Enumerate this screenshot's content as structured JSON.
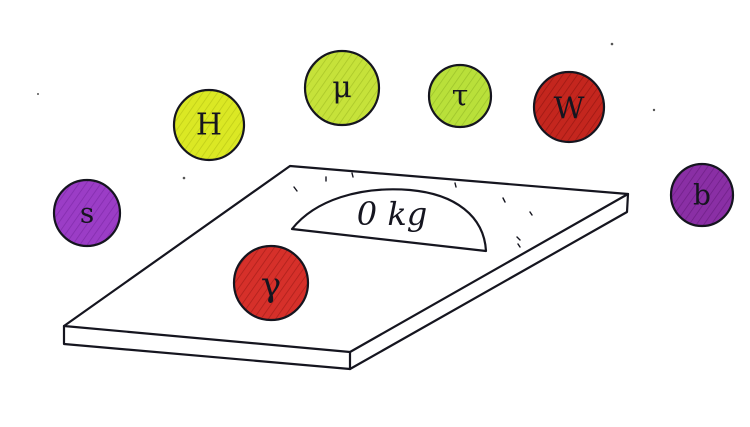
{
  "scale": {
    "readout": "0 kg"
  },
  "particles": [
    {
      "key": "s",
      "label": "s",
      "color": "#9b3dc6",
      "shade": "#6f1f98"
    },
    {
      "key": "H",
      "label": "H",
      "color": "#dbe824",
      "shade": "#a9b80f"
    },
    {
      "key": "mu",
      "label": "μ",
      "color": "#c6e23a",
      "shade": "#93b01c"
    },
    {
      "key": "tau",
      "label": "τ",
      "color": "#b9e03a",
      "shade": "#86ad1e"
    },
    {
      "key": "W",
      "label": "W",
      "color": "#c4261e",
      "shade": "#7d0f0b"
    },
    {
      "key": "b",
      "label": "b",
      "color": "#8a2fa5",
      "shade": "#5a1470"
    },
    {
      "key": "gamma",
      "label": "γ",
      "color": "#d6302a",
      "shade": "#8a1410"
    }
  ]
}
